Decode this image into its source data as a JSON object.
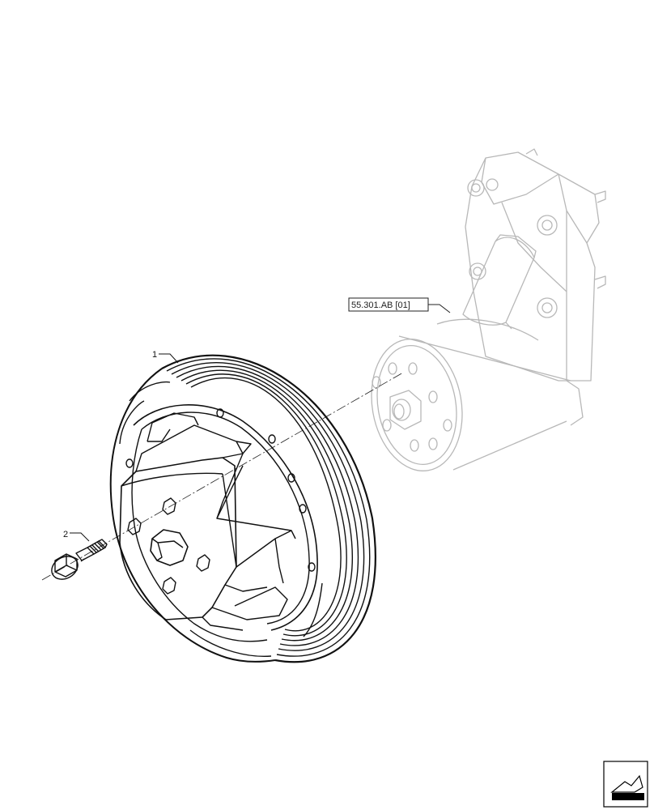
{
  "diagram": {
    "reference_label": "55.301.AB [01]",
    "callouts": [
      {
        "id": "1",
        "part": "pulley"
      },
      {
        "id": "2",
        "part": "bolt"
      }
    ],
    "colors": {
      "line": "#111111",
      "ghost_line": "#b8b8b8",
      "background": "#ffffff",
      "nav_icon": "#000000"
    },
    "nav_icon": "next-page-arrow-icon"
  }
}
